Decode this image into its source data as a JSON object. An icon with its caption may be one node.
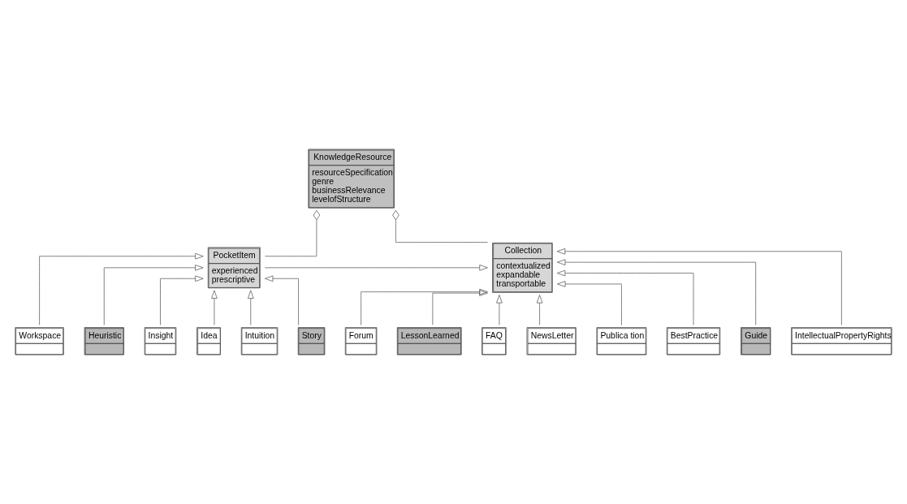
{
  "diagram": {
    "nodes": [
      {
        "text": [
          "KnowledgeResource",
          "resourceSpecification",
          "genre",
          "businessRelevance",
          "levelofStructure"
        ]
      },
      {
        "text": [
          "PocketItem",
          "experienced",
          "prescriptive"
        ]
      },
      {
        "text": [
          "Collection",
          "contextualized",
          "expandable",
          "transportable"
        ]
      },
      {
        "text": [
          "Workspace"
        ]
      },
      {
        "text": [
          "Heuristic"
        ]
      },
      {
        "text": [
          "Insight"
        ]
      },
      {
        "text": [
          "Idea"
        ]
      },
      {
        "text": [
          "Intuition"
        ]
      },
      {
        "text": [
          "Story"
        ]
      },
      {
        "text": [
          "Forum"
        ]
      },
      {
        "text": [
          "LessonLearned"
        ]
      },
      {
        "text": [
          "FAQ"
        ]
      },
      {
        "text": [
          "NewsLetter"
        ]
      },
      {
        "text": [
          "Publica tion"
        ]
      },
      {
        "text": [
          "BestPractice"
        ]
      },
      {
        "text": [
          "Guide"
        ]
      },
      {
        "text": [
          "IntellectualPropertyRights"
        ]
      }
    ],
    "edges": [
      {
        "from": 1,
        "to": 0,
        "arrow": "other"
      },
      {
        "from": 2,
        "to": 0,
        "arrow": "other"
      },
      {
        "from": 1,
        "to": 2,
        "arrow": "to"
      },
      {
        "from": 3,
        "to": 1,
        "arrow": "to"
      },
      {
        "from": 4,
        "to": 1,
        "arrow": "to"
      },
      {
        "from": 5,
        "to": 1,
        "arrow": "to"
      },
      {
        "from": 6,
        "to": 1,
        "arrow": "to"
      },
      {
        "from": 7,
        "to": 1,
        "arrow": "to"
      },
      {
        "from": 8,
        "to": 1,
        "arrow": "to"
      },
      {
        "from": 9,
        "to": 2,
        "arrow": "to"
      },
      {
        "from": 10,
        "to": 2,
        "arrow": "to"
      },
      {
        "from": 11,
        "to": 2,
        "arrow": "to"
      },
      {
        "from": 12,
        "to": 2,
        "arrow": "to"
      },
      {
        "from": 13,
        "to": 2,
        "arrow": "to"
      },
      {
        "from": 14,
        "to": 2,
        "arrow": "to"
      },
      {
        "from": 15,
        "to": 2,
        "arrow": "to"
      },
      {
        "from": 16,
        "to": 2,
        "arrow": "to"
      }
    ]
  }
}
